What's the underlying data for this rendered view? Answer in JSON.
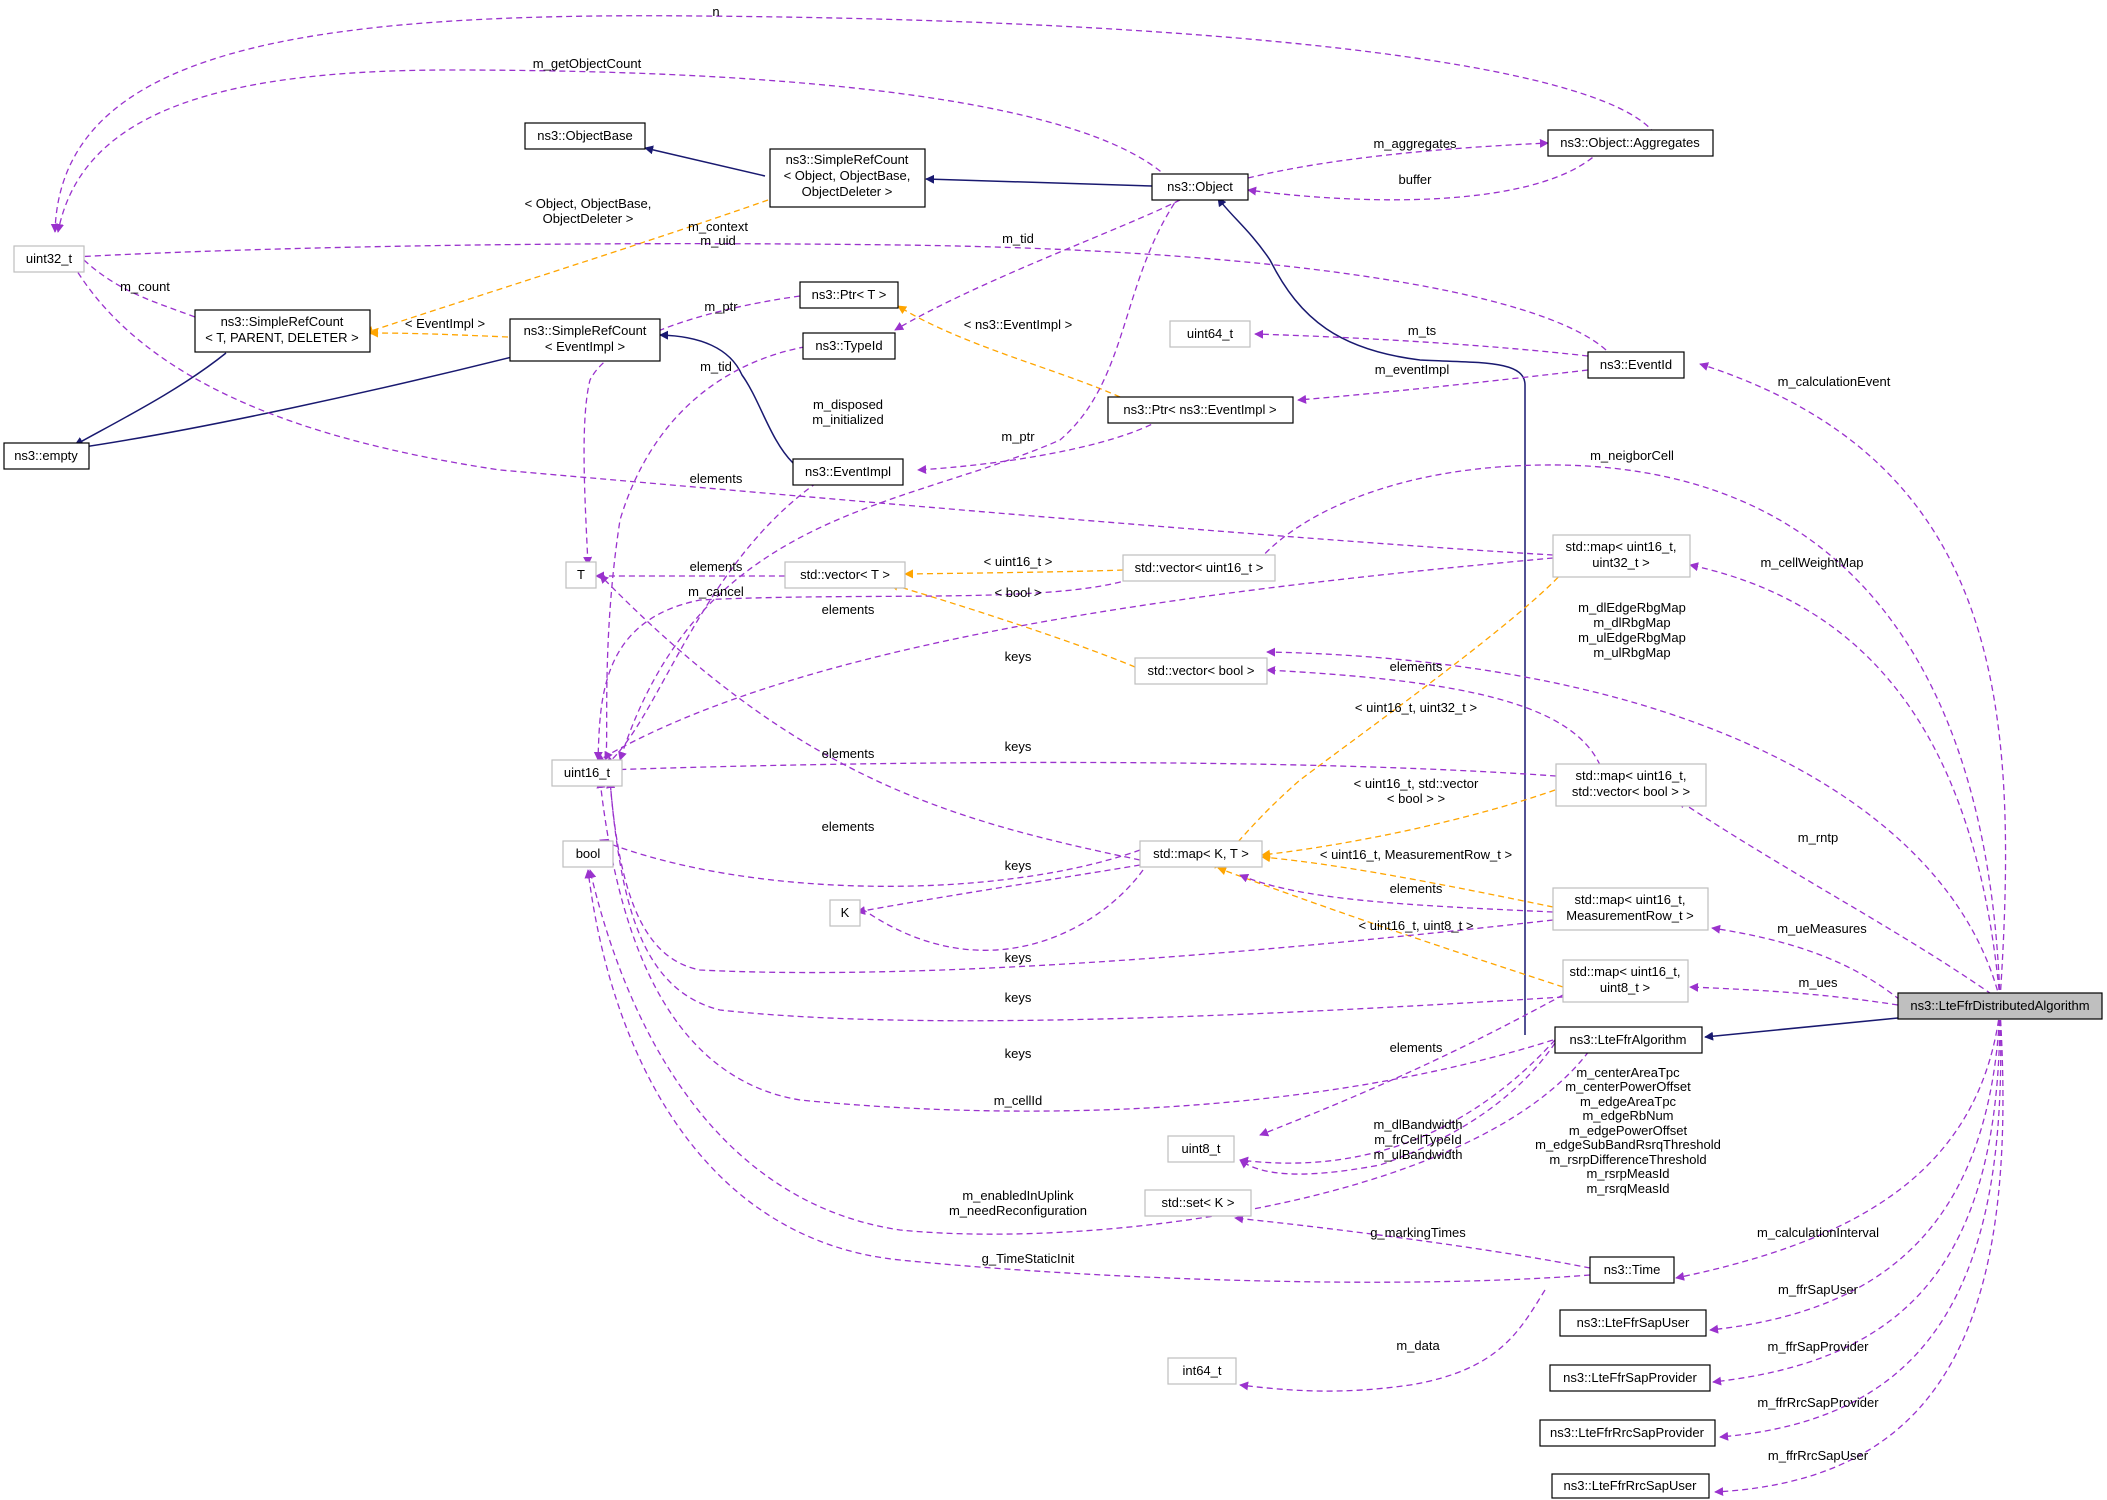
{
  "colors": {
    "inheritance": "#191970",
    "usage": "#9a32cd",
    "template": "#ffa500",
    "node_solid_border": "#000000",
    "node_grey_border": "#bfbfbf",
    "highlight_fill": "#bfbfbf"
  },
  "nodes": {
    "uint32_t": [
      "uint32_t"
    ],
    "simple_ref_count_tpd": [
      "ns3::SimpleRefCount",
      "< T, PARENT, DELETER >"
    ],
    "empty": [
      "ns3::empty"
    ],
    "object_base": [
      "ns3::ObjectBase"
    ],
    "simple_ref_count_object": [
      "ns3::SimpleRefCount",
      "< Object, ObjectBase,",
      "ObjectDeleter >"
    ],
    "object": [
      "ns3::Object"
    ],
    "aggregates": [
      "ns3::Object::Aggregates"
    ],
    "simple_ref_count_eventimpl": [
      "ns3::SimpleRefCount",
      "< EventImpl >"
    ],
    "ptr_t": [
      "ns3::Ptr< T >"
    ],
    "typeid": [
      "ns3::TypeId"
    ],
    "uint64_t": [
      "uint64_t"
    ],
    "eventid": [
      "ns3::EventId"
    ],
    "ptr_eventimpl": [
      "ns3::Ptr< ns3::EventImpl >"
    ],
    "eventimpl": [
      "ns3::EventImpl"
    ],
    "T": [
      "T"
    ],
    "vector_t": [
      "std::vector< T >"
    ],
    "vector_uint16": [
      "std::vector< uint16_t >"
    ],
    "map_uint16_uint32": [
      "std::map< uint16_t,",
      "uint32_t >"
    ],
    "vector_bool": [
      "std::vector< bool >"
    ],
    "uint16_t": [
      "uint16_t"
    ],
    "map_uint16_vector_bool": [
      "std::map< uint16_t,",
      "std::vector< bool > >"
    ],
    "bool": [
      "bool"
    ],
    "map_k_t": [
      "std::map< K, T >"
    ],
    "K": [
      "K"
    ],
    "map_uint16_measurement": [
      "std::map< uint16_t,",
      "MeasurementRow_t >"
    ],
    "map_uint16_uint8": [
      "std::map< uint16_t,",
      "uint8_t >"
    ],
    "lte_ffr_distributed": [
      "ns3::LteFfrDistributedAlgorithm"
    ],
    "lte_ffr_algorithm": [
      "ns3::LteFfrAlgorithm"
    ],
    "uint8_t": [
      "uint8_t"
    ],
    "set_k": [
      "std::set< K >"
    ],
    "time": [
      "ns3::Time"
    ],
    "int64_t": [
      "int64_t"
    ],
    "sap_user": [
      "ns3::LteFfrSapUser"
    ],
    "sap_provider": [
      "ns3::LteFfrSapProvider"
    ],
    "rrc_sap_provider": [
      "ns3::LteFfrRrcSapProvider"
    ],
    "rrc_sap_user": [
      "ns3::LteFfrRrcSapUser"
    ]
  },
  "edge_labels": {
    "n": [
      "n"
    ],
    "m_getObjectCount": [
      "m_getObjectCount"
    ],
    "m_aggregates": [
      "m_aggregates"
    ],
    "buffer": [
      "buffer"
    ],
    "tpl_object": [
      "< Object, ObjectBase,",
      "ObjectDeleter >"
    ],
    "m_context_uid": [
      "m_context",
      "m_uid"
    ],
    "m_tid_top": [
      "m_tid"
    ],
    "m_count": [
      "m_count"
    ],
    "tpl_eventimpl": [
      "< EventImpl >"
    ],
    "m_ptr_left": [
      "m_ptr"
    ],
    "tpl_ns3_eventimpl": [
      "< ns3::EventImpl >"
    ],
    "m_tid_mid": [
      "m_tid"
    ],
    "m_ts": [
      "m_ts"
    ],
    "m_eventImpl": [
      "m_eventImpl"
    ],
    "m_calculationEvent": [
      "m_calculationEvent"
    ],
    "m_disposed_initialized": [
      "m_disposed",
      "m_initialized"
    ],
    "m_ptr_mid": [
      "m_ptr"
    ],
    "elements_a": [
      "elements"
    ],
    "m_neigborCell": [
      "m_neigborCell"
    ],
    "elements_b": [
      "elements"
    ],
    "tpl_uint16": [
      "< uint16_t >"
    ],
    "m_cellWeightMap": [
      "m_cellWeightMap"
    ],
    "m_cancel": [
      "m_cancel"
    ],
    "tpl_bool": [
      "< bool >"
    ],
    "elements_c": [
      "elements"
    ],
    "rbg_maps": [
      "m_dlEdgeRbgMap",
      "m_dlRbgMap",
      "m_ulEdgeRbgMap",
      "m_ulRbgMap"
    ],
    "keys_a": [
      "keys"
    ],
    "elements_d": [
      "elements"
    ],
    "tpl_uint16_uint32": [
      "< uint16_t, uint32_t >"
    ],
    "elements_e": [
      "elements"
    ],
    "keys_b": [
      "keys"
    ],
    "tpl_uint16_vector_bool": [
      "< uint16_t, std::vector",
      "< bool > >"
    ],
    "elements_f": [
      "elements"
    ],
    "m_rntp": [
      "m_rntp"
    ],
    "keys_c": [
      "keys"
    ],
    "tpl_uint16_measurement": [
      "< uint16_t, MeasurementRow_t >"
    ],
    "elements_g": [
      "elements"
    ],
    "tpl_uint16_uint8": [
      "< uint16_t, uint8_t >"
    ],
    "m_ueMeasures": [
      "m_ueMeasures"
    ],
    "keys_d": [
      "keys"
    ],
    "keys_e": [
      "keys"
    ],
    "m_ues": [
      "m_ues"
    ],
    "elements_h": [
      "elements"
    ],
    "keys_f": [
      "keys"
    ],
    "algorithm_fields": [
      "m_centerAreaTpc",
      "m_centerPowerOffset",
      "m_edgeAreaTpc",
      "m_edgeRbNum",
      "m_edgePowerOffset",
      "m_edgeSubBandRsrqThreshold",
      "m_rsrpDifferenceThreshold",
      "m_rsrpMeasId",
      "m_rsrqMeasId"
    ],
    "m_cellId": [
      "m_cellId"
    ],
    "bandwidth_fields": [
      "m_dlBandwidth",
      "m_frCellTypeId",
      "m_ulBandwidth"
    ],
    "enabled_fields": [
      "m_enabledInUplink",
      "m_needReconfiguration"
    ],
    "g_markingTimes": [
      "g_markingTimes"
    ],
    "m_calculationInterval": [
      "m_calculationInterval"
    ],
    "g_TimeStaticInit": [
      "g_TimeStaticInit"
    ],
    "m_ffrSapUser": [
      "m_ffrSapUser"
    ],
    "m_data": [
      "m_data"
    ],
    "m_ffrSapProvider": [
      "m_ffrSapProvider"
    ],
    "m_ffrRrcSapProvider": [
      "m_ffrRrcSapProvider"
    ],
    "m_ffrRrcSapUser": [
      "m_ffrRrcSapUser"
    ]
  }
}
